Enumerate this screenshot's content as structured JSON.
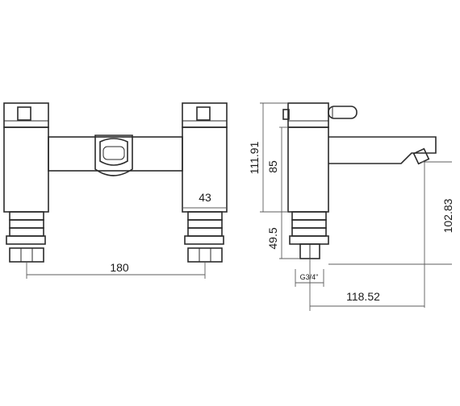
{
  "dimensions": {
    "centres": "180",
    "handle_width": "43",
    "total_height": "111.91",
    "body_height": "85",
    "tail_height": "49.5",
    "spout_height": "102.83",
    "spout_projection": "118.52",
    "connection": "G3/4\""
  }
}
